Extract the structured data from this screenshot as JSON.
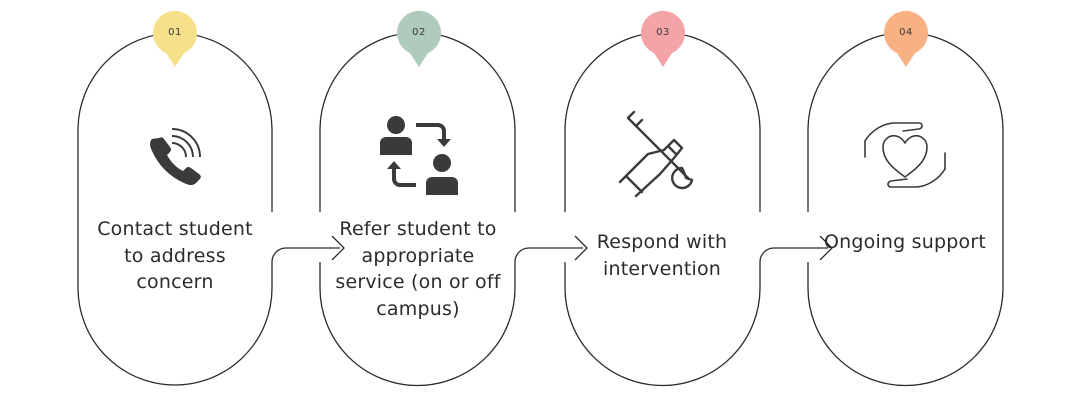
{
  "steps": [
    {
      "number": "01",
      "label": "Contact student to address concern",
      "color": "#f7e08a",
      "icon": "phone-icon"
    },
    {
      "number": "02",
      "label": "Refer student to appropriate service (on or off campus)",
      "color": "#aecbbb",
      "icon": "referral-icon"
    },
    {
      "number": "03",
      "label": "Respond with intervention",
      "color": "#f4a3a6",
      "icon": "tools-icon"
    },
    {
      "number": "04",
      "label": "Ongoing support",
      "color": "#f8b183",
      "icon": "caring-hands-icon"
    }
  ]
}
